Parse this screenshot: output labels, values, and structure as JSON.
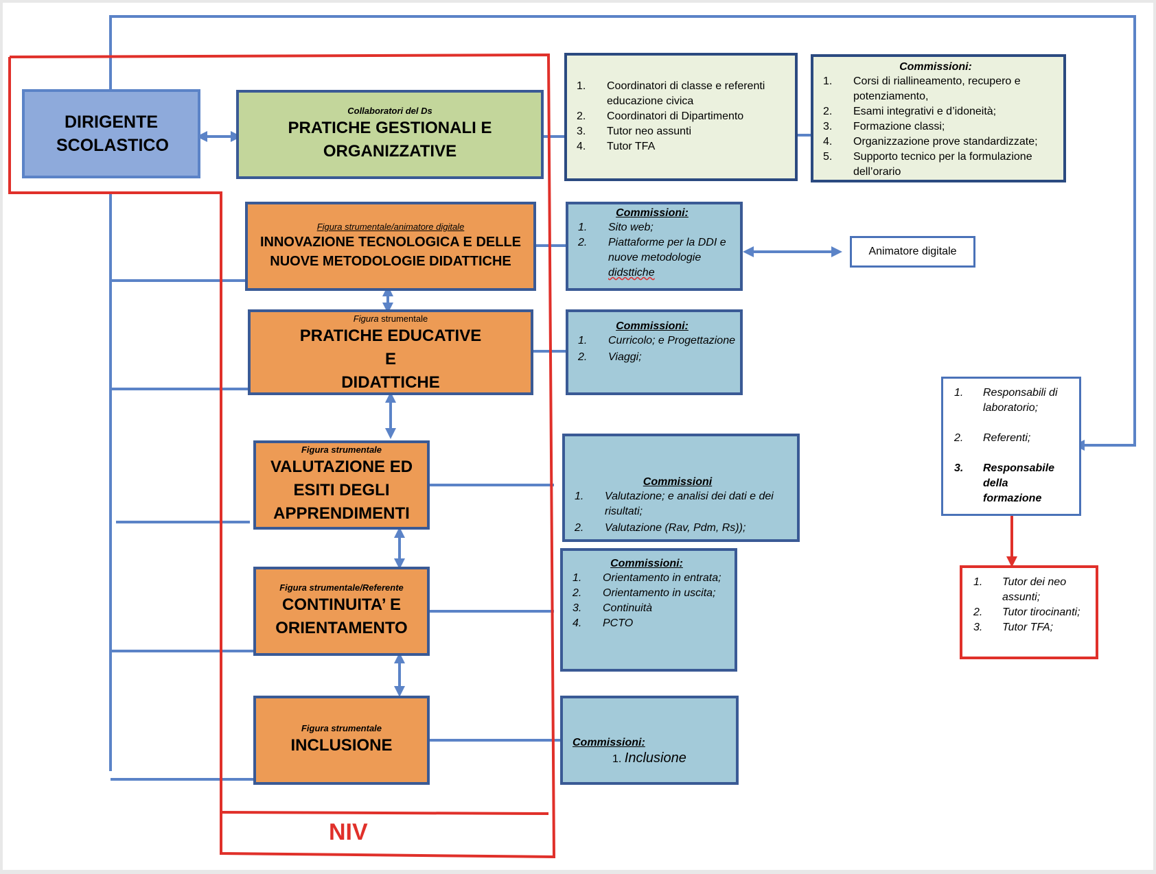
{
  "dirigente": "DIRIGENTE SCOLASTICO",
  "gestionali": {
    "role": "Collaboratori del Ds",
    "title_1": "PRATICHE GESTIONALI E",
    "title_2": "ORGANIZZATIVE"
  },
  "coordinatori": {
    "items": [
      {
        "n": "1.",
        "text": "Coordinatori di classe e referenti educazione civica"
      },
      {
        "n": "2.",
        "text": "Coordinatori di Dipartimento"
      },
      {
        "n": "3.",
        "text": "Tutor neo assunti"
      },
      {
        "n": "4.",
        "text": "Tutor TFA"
      }
    ]
  },
  "commissioni_gestionali": {
    "title": "Commissioni:",
    "items": [
      {
        "n": "1.",
        "text": "Corsi di riallineamento, recupero e potenziamento,"
      },
      {
        "n": "2.",
        "text": "Esami integrativi e d’idoneità;"
      },
      {
        "n": "3.",
        "text": "Formazione classi;"
      },
      {
        "n": "4.",
        "text": "Organizzazione prove standardizzate;"
      },
      {
        "n": "5.",
        "text": "Supporto tecnico per la formulazione dell’orario"
      }
    ]
  },
  "innovazione": {
    "role": "Figura strumentale/animatore digitale",
    "title_1": "INNOVAZIONE TECNOLOGICA E DELLE",
    "title_2": "NUOVE METODOLOGIE DIDATTICHE"
  },
  "commissioni_innovazione": {
    "title": "Commissioni:",
    "items": [
      {
        "n": "1.",
        "text": "Sito web;"
      },
      {
        "n": "2.",
        "text": "Piattaforme per la DDI e nuove metodologie",
        "extra": "didsttiche"
      }
    ]
  },
  "animatore": "Animatore digitale",
  "educative": {
    "role_1": "Figura",
    "role_2": " strumentale",
    "title_1": "PRATICHE EDUCATIVE",
    "title_2": "E",
    "title_3": "DIDATTICHE"
  },
  "commissioni_educative": {
    "title": "Commissioni:",
    "items": [
      {
        "n": "1.",
        "text": "Curricolo; e Progettazione"
      },
      {
        "n": "2.",
        "text": "Viaggi;"
      }
    ]
  },
  "valutazione": {
    "role": "Figura strumentale",
    "title_1": "VALUTAZIONE ED",
    "title_2": "ESITI DEGLI",
    "title_3": "APPRENDIMENTI"
  },
  "commissioni_valutazione": {
    "title": "Commissioni",
    "items": [
      {
        "n": "1.",
        "text": "Valutazione; e analisi dei dati e dei risultati;"
      },
      {
        "n": "2.",
        "text": "Valutazione (Rav, Pdm, Rs));"
      }
    ]
  },
  "continuita": {
    "role": "Figura strumentale/Referente",
    "title_1": "CONTINUITA’ E",
    "title_2": "ORIENTAMENTO"
  },
  "commissioni_continuita": {
    "title": "Commissioni:",
    "items": [
      {
        "n": "1.",
        "text": "Orientamento in entrata;"
      },
      {
        "n": "2.",
        "text": "Orientamento in uscita;"
      },
      {
        "n": "3.",
        "text": "Continuità"
      },
      {
        "n": "4.",
        "text": "PCTO"
      }
    ]
  },
  "inclusione": {
    "role": "Figura strumentale",
    "title": "INCLUSIONE"
  },
  "commissioni_inclusione": {
    "title": "Commissioni:",
    "item_n": "1.",
    "item_text": "Inclusione"
  },
  "responsabili": {
    "items": [
      {
        "n": "1.",
        "text": "Responsabili di laboratorio;"
      },
      {
        "n": "2.",
        "text": "Referenti;"
      },
      {
        "n": "3.",
        "text": "Responsabile della formazione"
      }
    ]
  },
  "tutor": {
    "items": [
      {
        "n": "1.",
        "text": "Tutor  dei neo assunti;"
      },
      {
        "n": "2.",
        "text": "Tutor tirocinanti;"
      },
      {
        "n": "3.",
        "text": "Tutor TFA;"
      }
    ]
  },
  "niv": "NIV",
  "colors": {
    "connector": "#5b83c7",
    "niv_frame": "#e0302a",
    "orange": "#ed9b55",
    "green": "#c3d69b",
    "light_blue": "#a3cad9"
  }
}
